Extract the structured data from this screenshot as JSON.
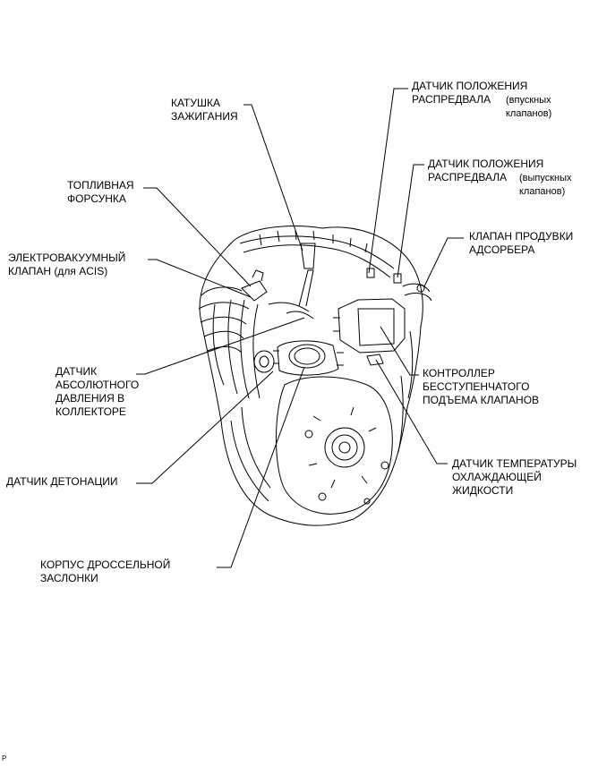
{
  "labels": {
    "ignition_coil": "КАТУШКА\nЗАЖИГАНИЯ",
    "fuel_injector": "ТОПЛИВНАЯ\nФОРСУНКА",
    "vsv_acis": "ЭЛЕКТРОВАКУУМНЫЙ\nКЛАПАН (для ACIS)",
    "map_sensor": "ДАТЧИК\nАБСОЛЮТНОГО\nДАВЛЕНИЯ В\nКОЛЛЕКТОРЕ",
    "knock_sensor": "ДАТЧИК ДЕТОНАЦИИ",
    "throttle_body": "КОРПУС ДРОССЕЛЬНОЙ\nЗАСЛОНКИ",
    "cam_sensor_intake_main": "ДАТЧИК ПОЛОЖЕНИЯ\nРАСПРЕДВАЛА ",
    "cam_sensor_intake_small": "(впускных\nклапанов)",
    "cam_sensor_exhaust_main": "ДАТЧИК ПОЛОЖЕНИЯ\nРАСПРЕДВАЛА ",
    "cam_sensor_exhaust_small": "(выпускных\nклапанов)",
    "purge_valve": "КЛАПАН ПРОДУВКИ\nАДСОРБЕРА",
    "vvt_controller": "КОНТРОЛЛЕР\nБЕССТУПЕНЧАТОГО\nПОДЪЕМА КЛАПАНОВ",
    "coolant_temp_sensor": "ДАТЧИК ТЕМПЕРАТУРЫ\nОХЛАЖДАЮЩЕЙ\nЖИДКОСТИ"
  },
  "footer": "P"
}
